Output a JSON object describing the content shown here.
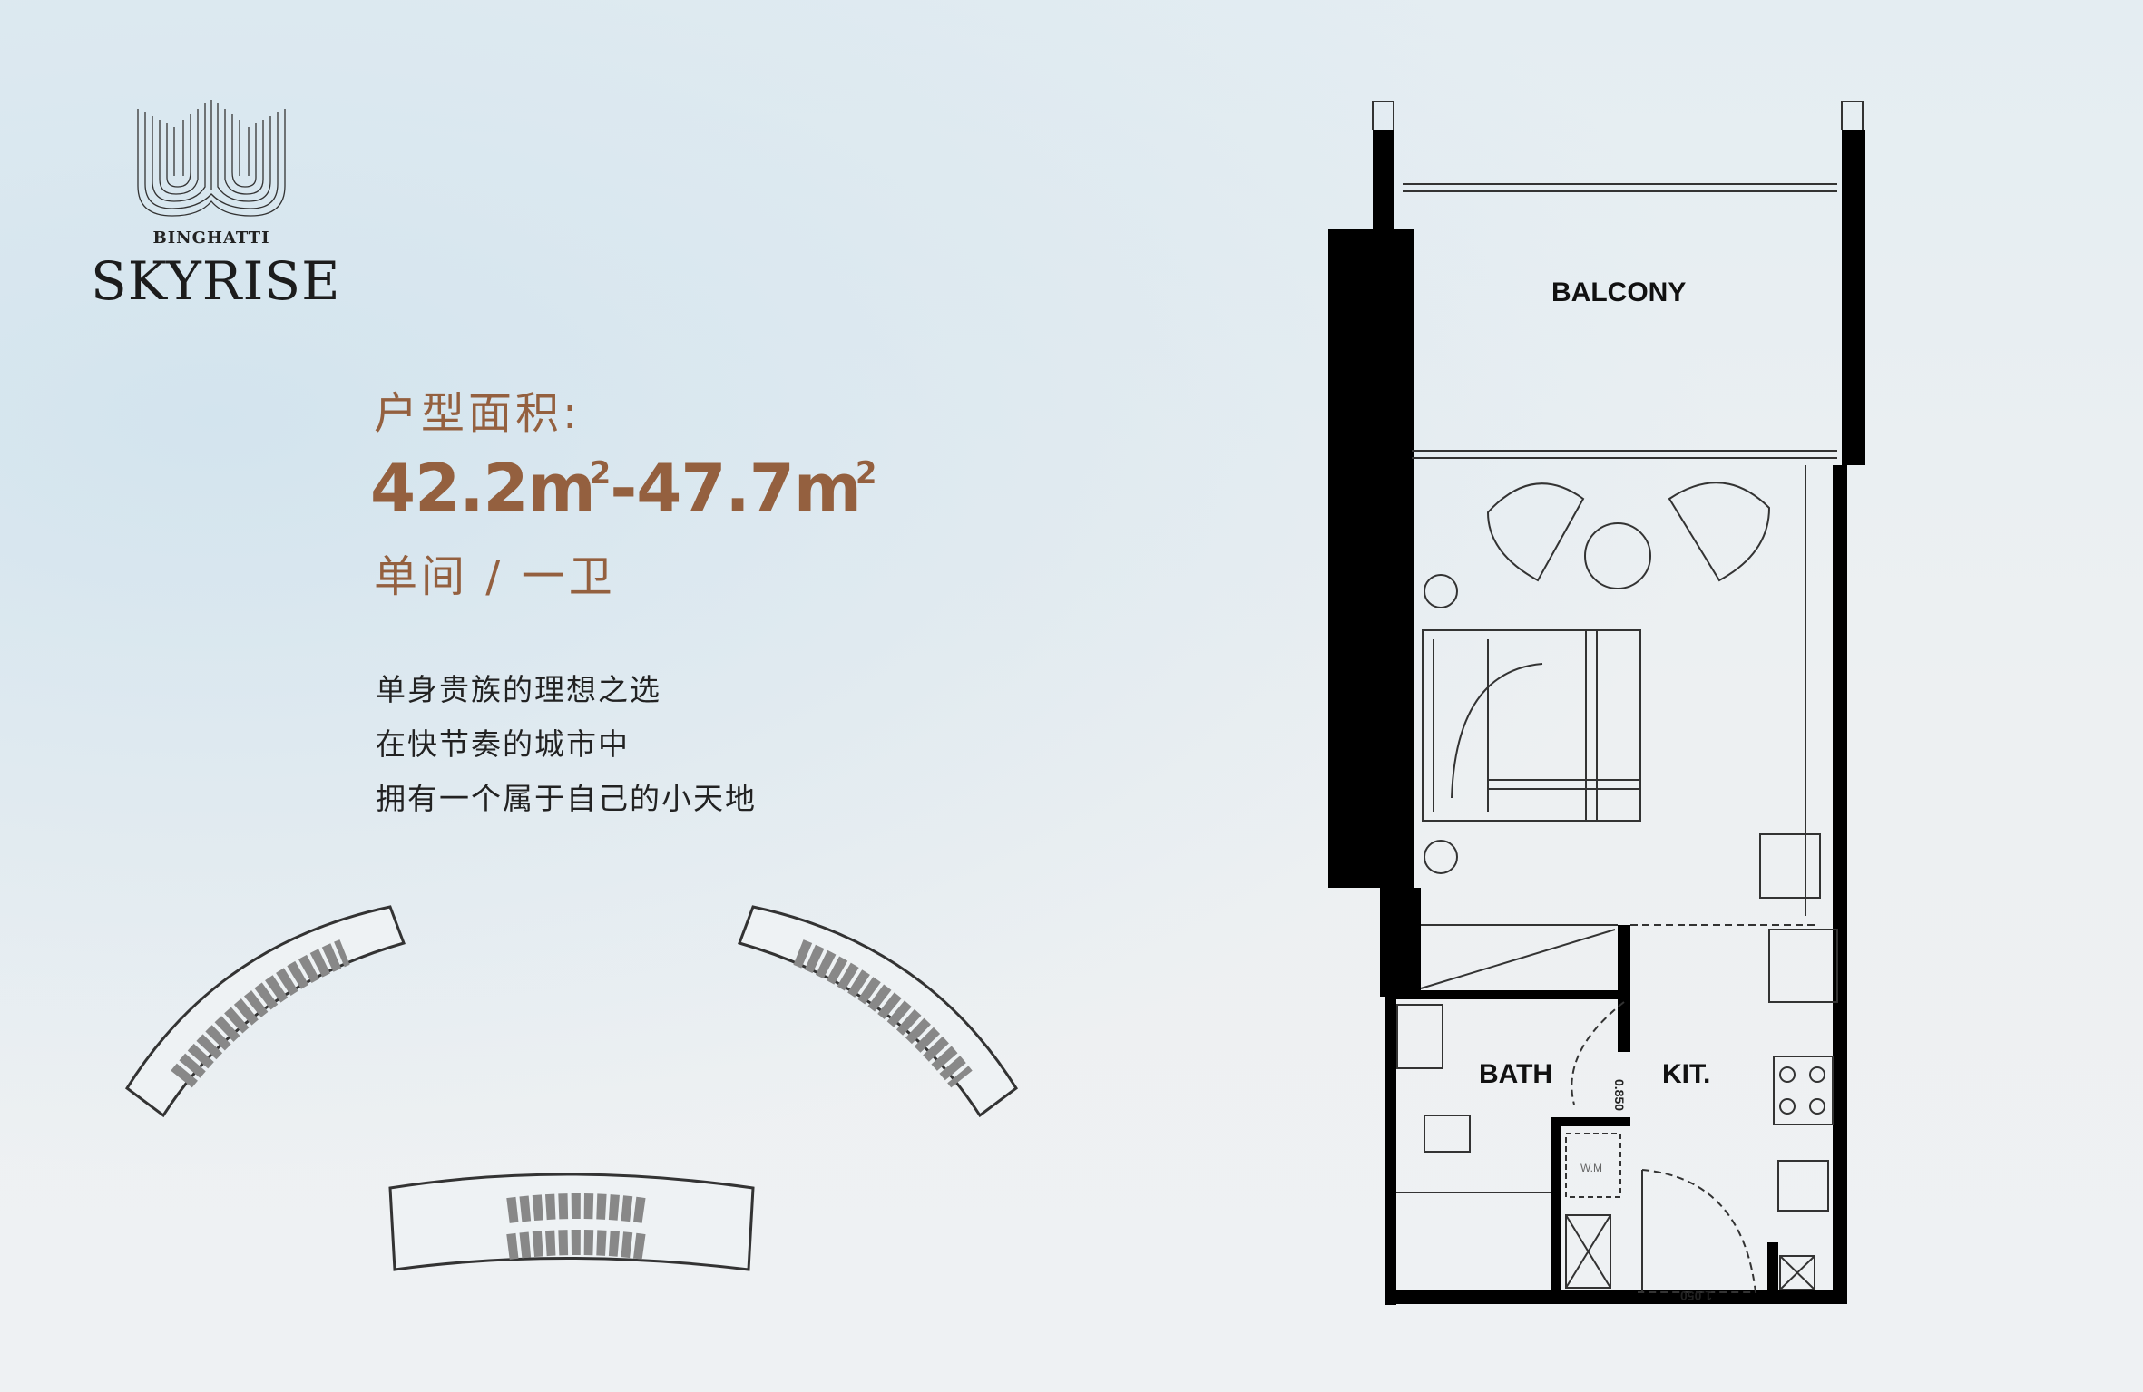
{
  "brand": {
    "name_small": "BINGHATTI",
    "name_large": "SKYRISE"
  },
  "unit": {
    "area_label": "户型面积:",
    "area_min": "42.2m",
    "area_max": "47.7m",
    "area_unit_sup": "2",
    "layout": "单间 / 一卫",
    "description": [
      "单身贵族的理想之选",
      "在快节奏的城市中",
      "拥有一个属于自己的小天地"
    ]
  },
  "floorplan": {
    "rooms": {
      "balcony": "BALCONY",
      "bath": "BATH",
      "kitchen": "KIT."
    },
    "small_labels": {
      "washing_machine": "W.M",
      "door_width_bath": "0.850",
      "door_width_entry": "1.050"
    }
  },
  "colors": {
    "accent": "#94603f",
    "wall": "#000000"
  }
}
